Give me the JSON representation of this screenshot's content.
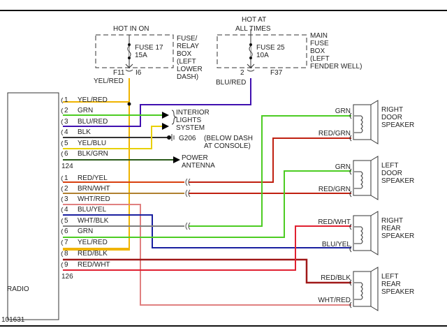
{
  "diagram_id": "101631",
  "fuses": [
    {
      "header": [
        "HOT IN ON"
      ],
      "name": "FUSE 17",
      "rating": "15A",
      "box_label": [
        "FUSE/",
        "RELAY",
        "BOX",
        "(LEFT",
        "LOWER",
        "DASH)"
      ],
      "left_term": "F11",
      "right_term": "I6",
      "wire": "YEL/RED"
    },
    {
      "header": [
        "HOT AT",
        "ALL TIMES"
      ],
      "name": "FUSE 25",
      "rating": "10A",
      "box_label": [
        "MAIN",
        "FUSE",
        "BOX",
        "(LEFT",
        "FENDER WELL)"
      ],
      "left_term": "2",
      "right_term": "F37",
      "wire": "BLU/RED"
    }
  ],
  "radio": {
    "label": "RADIO",
    "connector_a": {
      "id": "124",
      "pins": [
        {
          "pin": "1",
          "wire": "YEL/RED"
        },
        {
          "pin": "2",
          "wire": "GRN"
        },
        {
          "pin": "3",
          "wire": "BLU/RED"
        },
        {
          "pin": "4",
          "wire": "BLK"
        },
        {
          "pin": "5",
          "wire": "YEL/BLU"
        },
        {
          "pin": "6",
          "wire": "BLK/GRN"
        }
      ]
    },
    "connector_b": {
      "id": "126",
      "pins": [
        {
          "pin": "1",
          "wire": "RED/YEL"
        },
        {
          "pin": "2",
          "wire": "BRN/WHT"
        },
        {
          "pin": "3",
          "wire": "WHT/RED"
        },
        {
          "pin": "4",
          "wire": "BLU/YEL"
        },
        {
          "pin": "5",
          "wire": "WHT/BLK"
        },
        {
          "pin": "6",
          "wire": "GRN"
        },
        {
          "pin": "7",
          "wire": "YEL/RED"
        },
        {
          "pin": "8",
          "wire": "RED/BLK"
        },
        {
          "pin": "9",
          "wire": "RED/WHT"
        }
      ]
    }
  },
  "destinations": {
    "interior_lights": [
      "INTERIOR",
      "LIGHTS",
      "SYSTEM"
    ],
    "ground": "G206",
    "ground_note": [
      "(BELOW DASH",
      "AT CONSOLE)"
    ],
    "power_antenna": [
      "POWER",
      "ANTENNA"
    ]
  },
  "speakers": [
    {
      "label": [
        "RIGHT",
        "DOOR",
        "SPEAKER"
      ],
      "wire_top": "GRN",
      "wire_bottom": "RED/GRN"
    },
    {
      "label": [
        "LEFT",
        "DOOR",
        "SPEAKER"
      ],
      "wire_top": "GRN",
      "wire_bottom": "RED/GRN"
    },
    {
      "label": [
        "RIGHT",
        "REAR",
        "SPEAKER"
      ],
      "wire_top": "RED/WHT",
      "wire_bottom": "BLU/YEL"
    },
    {
      "label": [
        "LEFT",
        "REAR",
        "SPEAKER"
      ],
      "wire_top": "RED/BLK",
      "wire_bottom": "WHT/RED"
    }
  ],
  "colors": {
    "yel_red": "#f0b400",
    "grn": "#4ccc22",
    "blu_red": "#4010b0",
    "blk": "#333333",
    "yel_blu": "#e8d000",
    "blk_grn": "#2a5a1a",
    "red_yel": "#d84010",
    "brn_wht": "#b08030",
    "wht_red": "#e08080",
    "blu_yel": "#1a20a0",
    "wht_blk": "#808080",
    "red_blk": "#a01818",
    "red_wht": "#e02030",
    "red_grn": "#c02010"
  }
}
